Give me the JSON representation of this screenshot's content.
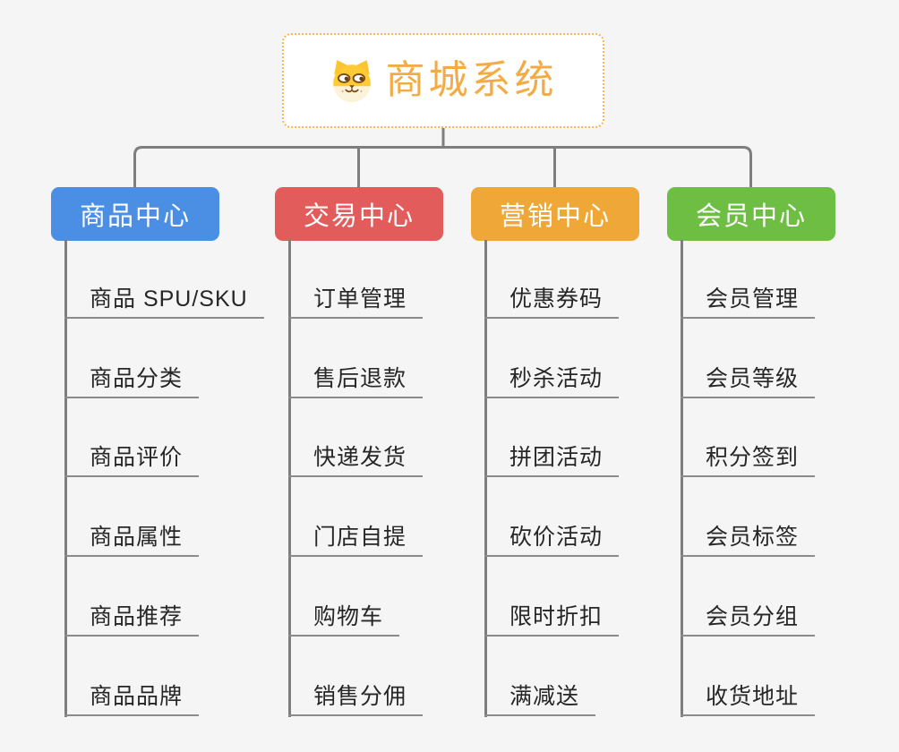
{
  "root": {
    "title": "商城系统",
    "icon": "dog-face-icon",
    "title_color": "#f2ac45",
    "border_color": "#f4b656",
    "background": "#ffffff"
  },
  "canvas": {
    "background_color": "#f5f5f5",
    "connector_color": "#7e7e7e",
    "underline_color": "#8b8b8b",
    "leaf_text_color": "#262626"
  },
  "branches": [
    {
      "label": "商品中心",
      "color": "#4a8fe4",
      "items": [
        "商品 SPU/SKU",
        "商品分类",
        "商品评价",
        "商品属性",
        "商品推荐",
        "商品品牌"
      ]
    },
    {
      "label": "交易中心",
      "color": "#e25c5c",
      "items": [
        "订单管理",
        "售后退款",
        "快递发货",
        "门店自提",
        "购物车",
        "销售分佣"
      ]
    },
    {
      "label": "营销中心",
      "color": "#efa837",
      "items": [
        "优惠券码",
        "秒杀活动",
        "拼团活动",
        "砍价活动",
        "限时折扣",
        "满减送"
      ]
    },
    {
      "label": "会员中心",
      "color": "#6fbe44",
      "items": [
        "会员管理",
        "会员等级",
        "积分签到",
        "会员标签",
        "会员分组",
        "收货地址"
      ]
    }
  ]
}
